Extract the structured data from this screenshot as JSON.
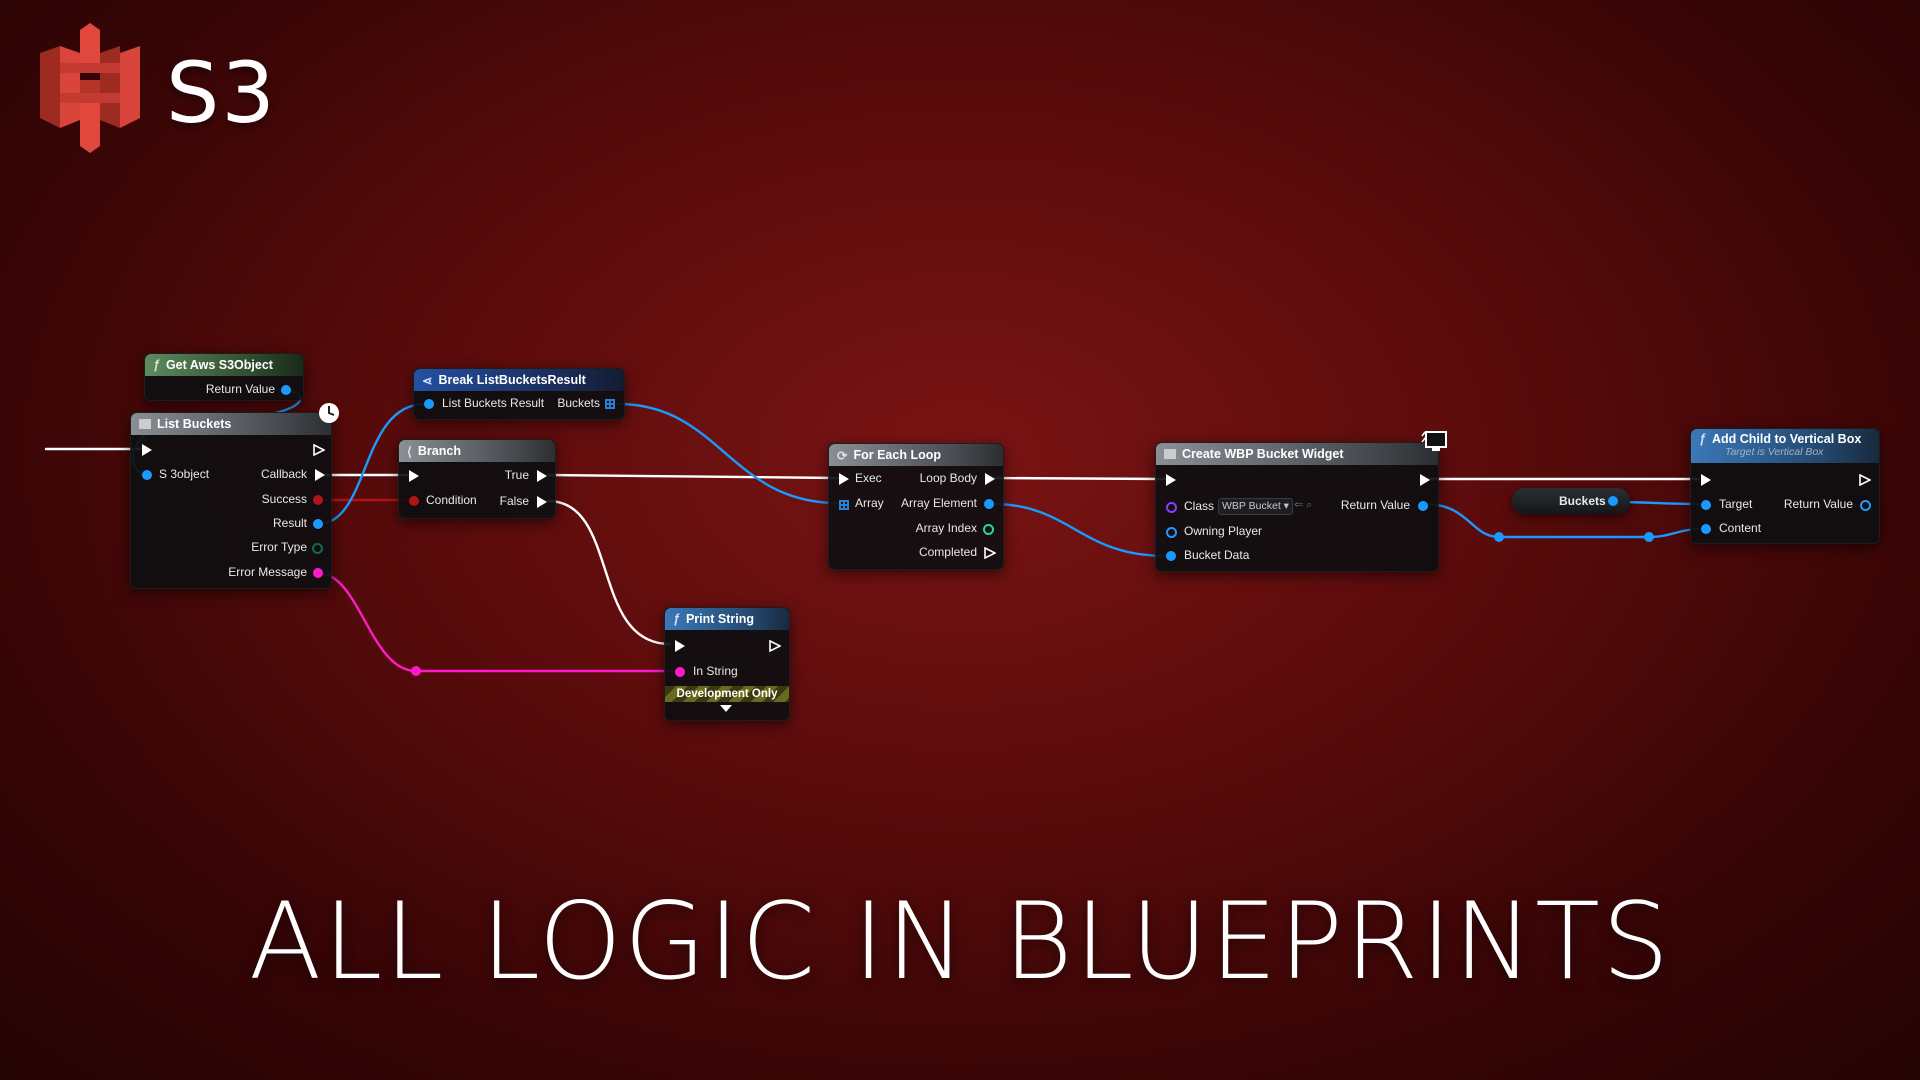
{
  "logo": {
    "icon": "aws-s3-bucket-logo",
    "text": "S3",
    "color": "#e0483e"
  },
  "headline": "ALL LOGIC IN BLUEPRINTS",
  "colors": {
    "exec": "#ffffff",
    "object": "#1a9aff",
    "bool": "#b0141a",
    "string": "#ff1ac8",
    "int": "#28d4a0",
    "class": "#8a3cff",
    "enum": "#0e6b52"
  },
  "nodes": {
    "get_aws": {
      "title": "Get Aws S3Object",
      "icon": "function-icon",
      "return_value": "Return Value"
    },
    "list_buckets": {
      "title": "List Buckets",
      "icon": "macro-node-icon",
      "s3object": "S 3object",
      "callback": "Callback",
      "success": "Success",
      "result": "Result",
      "error_type": "Error Type",
      "error_message": "Error Message"
    },
    "break_result": {
      "title": "Break ListBucketsResult",
      "icon": "break-struct-icon",
      "input": "List Buckets Result",
      "output": "Buckets"
    },
    "branch": {
      "title": "Branch",
      "icon": "branch-icon",
      "condition": "Condition",
      "true": "True",
      "false": "False"
    },
    "print_string": {
      "title": "Print String",
      "icon": "function-icon",
      "in_string": "In String",
      "dev_only": "Development Only"
    },
    "for_each": {
      "title": "For Each Loop",
      "icon": "loop-icon",
      "exec": "Exec",
      "array": "Array",
      "loop_body": "Loop Body",
      "array_element": "Array Element",
      "array_index": "Array Index",
      "completed": "Completed"
    },
    "create_widget": {
      "title": "Create WBP Bucket Widget",
      "icon": "widget-icon",
      "class": "Class",
      "class_value": "WBP Bucket",
      "owning_player": "Owning Player",
      "bucket_data": "Bucket Data",
      "return_value": "Return Value"
    },
    "buckets_var": {
      "label": "Buckets"
    },
    "add_child": {
      "title": "Add Child to Vertical Box",
      "subtitle": "Target is Vertical Box",
      "icon": "function-icon",
      "target": "Target",
      "content": "Content",
      "return_value": "Return Value"
    }
  }
}
